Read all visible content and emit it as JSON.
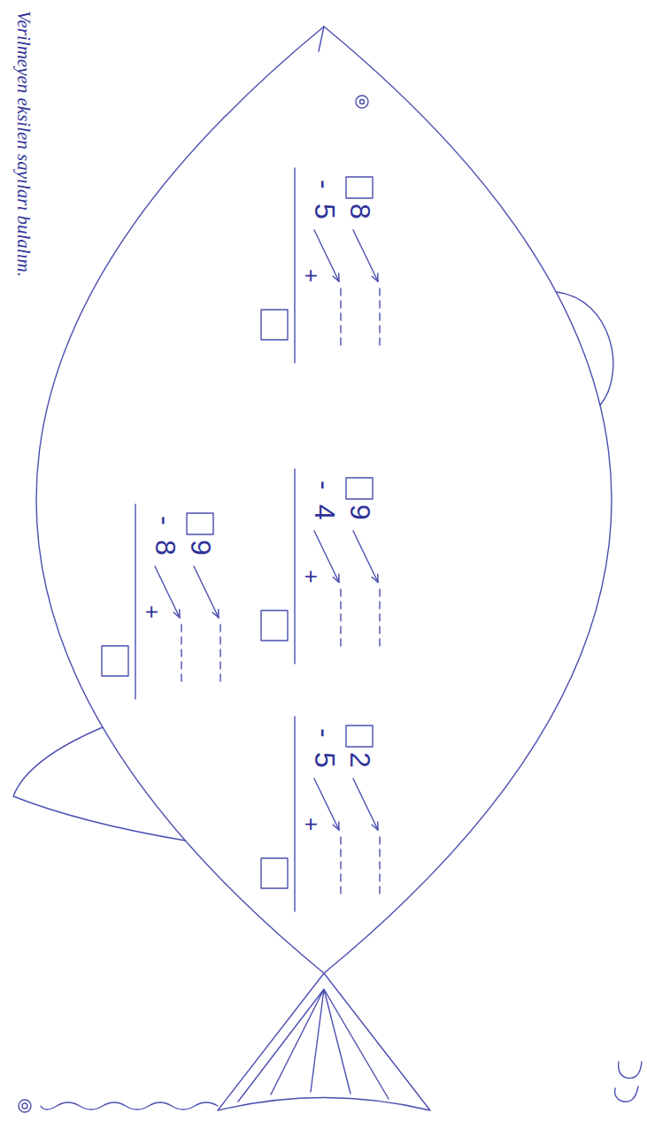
{
  "diagram": {
    "title": "Verilmeyen eksilen sayıları bulalım.",
    "labels": [
      "8",
      "-",
      "5",
      "+",
      "9",
      "-",
      "4",
      "+",
      "9",
      "-",
      "8",
      "+",
      "2",
      "-",
      "5",
      "+"
    ]
  }
}
